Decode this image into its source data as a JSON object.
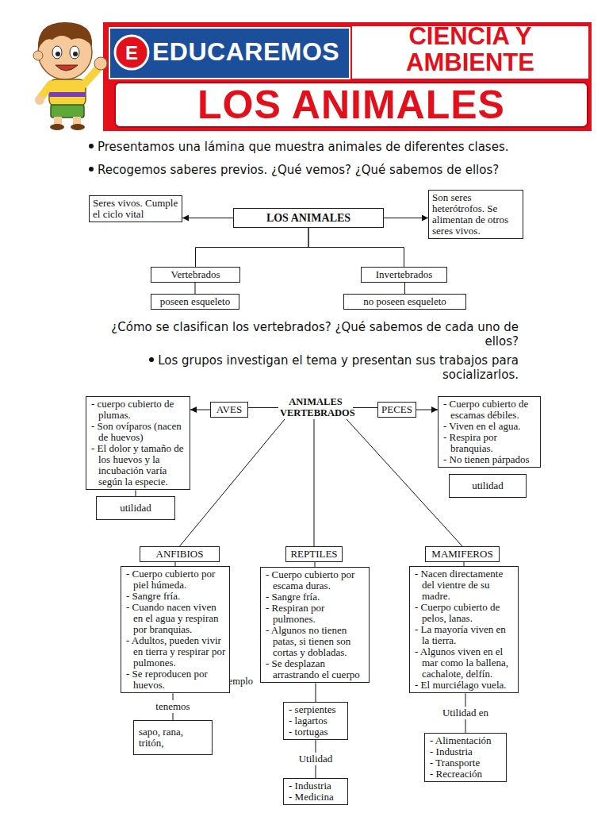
{
  "diagram": {
    "title": "LOS ANIMALES",
    "nodes": [
      {
        "text": [
          "LOS ANIMALES"
        ]
      },
      {
        "text": [
          "Seres vivos. Cumple el ciclo vital"
        ]
      },
      {
        "text": [
          "Son seres heterótrofos. Se alimentan de otros seres vivos."
        ]
      },
      {
        "text": [
          "Vertebrados"
        ]
      },
      {
        "text": [
          "Invertebrados"
        ]
      },
      {
        "text": [
          "poseen esqueleto"
        ]
      },
      {
        "text": [
          "no poseen esqueleto"
        ]
      },
      {
        "text": [
          "ANIMALES VERTEBRADOS"
        ]
      },
      {
        "text": [
          "AVES"
        ]
      },
      {
        "text": [
          "- cuerpo cubierto de plumas.",
          "- Son ovíparos (nacen de huevos)",
          "- El dolor y tamaño de los huevos y la incubación varía según la especie."
        ]
      },
      {
        "text": [
          "utilidad"
        ]
      },
      {
        "text": [
          "PECES"
        ]
      },
      {
        "text": [
          "- Cuerpo cubierto de escamas débiles.",
          "- Viven en el agua.",
          "- Respira por branquias.",
          "- No tienen párpados"
        ]
      },
      {
        "text": [
          "utilidad"
        ]
      },
      {
        "text": [
          "ANFIBIOS"
        ]
      },
      {
        "text": [
          "- Cuerpo cubierto por piel húmeda.",
          "- Sangre fría.",
          "- Cuando nacen viven en el agua y respiran por branquias.",
          "- Adultos, pueden vivir en tierra y respirar por pulmones.",
          "- Se reproducen por huevos."
        ]
      },
      {
        "text": [
          "sapo, rana, tritón,"
        ]
      },
      {
        "text": [
          "REPTILES"
        ]
      },
      {
        "text": [
          "- Cuerpo cubierto por escama duras.",
          "- Sangre fría.",
          "- Respiran por pulmones.",
          "- Algunos no tienen patas, si tienen son cortas y dobladas.",
          "- Se desplazan arrastrando el cuerpo"
        ]
      },
      {
        "text": [
          "- serpientes",
          "- lagartos",
          "- tortugas"
        ]
      },
      {
        "text": [
          "- Industria",
          "- Medicina"
        ]
      },
      {
        "text": [
          "MAMIFEROS"
        ]
      },
      {
        "text": [
          "- Nacen directamente del vientre de su madre.",
          "- Cuerpo cubierto de pelos, lanas.",
          "- La mayoría viven en la tierra.",
          "- Algunos viven en el mar como la ballena, cachalote, delfín.",
          "- El murciélago vuela."
        ]
      },
      {
        "text": [
          "- Alimentación",
          "- Industria",
          "- Transporte",
          "- Recreación"
        ]
      }
    ],
    "edges": [
      {
        "from": 0,
        "to": 1,
        "arrow": "to"
      },
      {
        "from": 0,
        "to": 2,
        "arrow": "to"
      },
      {
        "from": 0,
        "to": 3,
        "arrow": "none"
      },
      {
        "from": 0,
        "to": 4,
        "arrow": "none"
      },
      {
        "from": 3,
        "to": 5,
        "arrow": "none"
      },
      {
        "from": 4,
        "to": 6,
        "arrow": "none"
      },
      {
        "from": 7,
        "to": 8,
        "arrow": "none"
      },
      {
        "from": 8,
        "to": 9,
        "arrow": "to"
      },
      {
        "from": 7,
        "to": 11,
        "arrow": "none"
      },
      {
        "from": 11,
        "to": 12,
        "arrow": "to"
      },
      {
        "from": 9,
        "to": 10,
        "arrow": "none"
      },
      {
        "from": 7,
        "to": 14,
        "arrow": "none"
      },
      {
        "from": 7,
        "to": 17,
        "arrow": "none"
      },
      {
        "from": 7,
        "to": 21,
        "arrow": "none"
      },
      {
        "from": 14,
        "to": 15,
        "arrow": "none"
      },
      {
        "from": 17,
        "to": 18,
        "arrow": "none"
      },
      {
        "from": 21,
        "to": 22,
        "arrow": "none"
      },
      {
        "from": 15,
        "to": 16,
        "label": "tenemos",
        "arrow": "none"
      },
      {
        "from": 18,
        "to": 19,
        "arrow": "none"
      },
      {
        "from": 19,
        "to": 20,
        "label": "Utilidad",
        "arrow": "none"
      },
      {
        "from": 22,
        "to": 23,
        "label": "Utilidad en",
        "arrow": "none"
      }
    ],
    "labels": [
      "E",
      "EDUCAREMOS",
      "CIENCIA Y AMBIENTE",
      "Presentamos una lámina que muestra animales de diferentes clases.",
      "Recogemos saberes previos. ¿Qué vemos? ¿Qué sabemos de ellos?",
      "¿Cómo se clasifican los vertebrados? ¿Qué sabemos de cada uno de ellos?",
      "Los grupos investigan el tema y presentan sus trabajos para socializarlos.",
      "e emplo"
    ]
  }
}
